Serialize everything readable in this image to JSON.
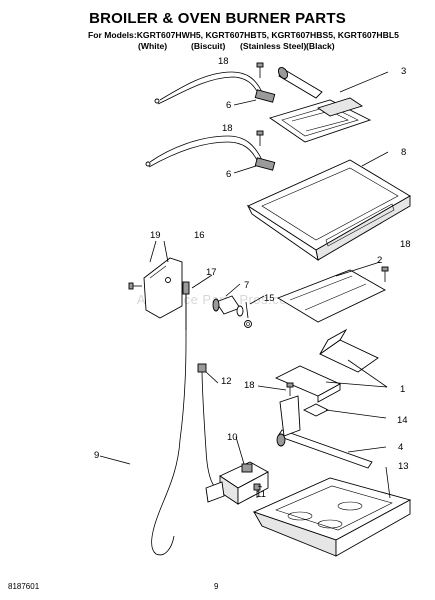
{
  "header": {
    "title": "BROILER & OVEN BURNER PARTS",
    "models_line": "For Models:KGRT607HWH5, KGRT607HBT5, KGRT607HBS5, KGRT607HBL5",
    "colors": [
      "(White)",
      "(Biscuit)",
      "(Stainless Steel)",
      "(Black)"
    ]
  },
  "watermark": "Appliance Parts Pros.com",
  "callouts": {
    "n1": "1",
    "n2": "2",
    "n3": "3",
    "n4": "4",
    "n6a": "6",
    "n6b": "6",
    "n7": "7",
    "n8": "8",
    "n9": "9",
    "n10": "10",
    "n11": "11",
    "n12": "12",
    "n13": "13",
    "n14": "14",
    "n15": "15",
    "n16": "16",
    "n17": "17",
    "n18a": "18",
    "n18b": "18",
    "n18c": "18",
    "n18d": "18",
    "n19": "19"
  },
  "footer": {
    "doc_number": "8187601",
    "page_number": "9"
  }
}
